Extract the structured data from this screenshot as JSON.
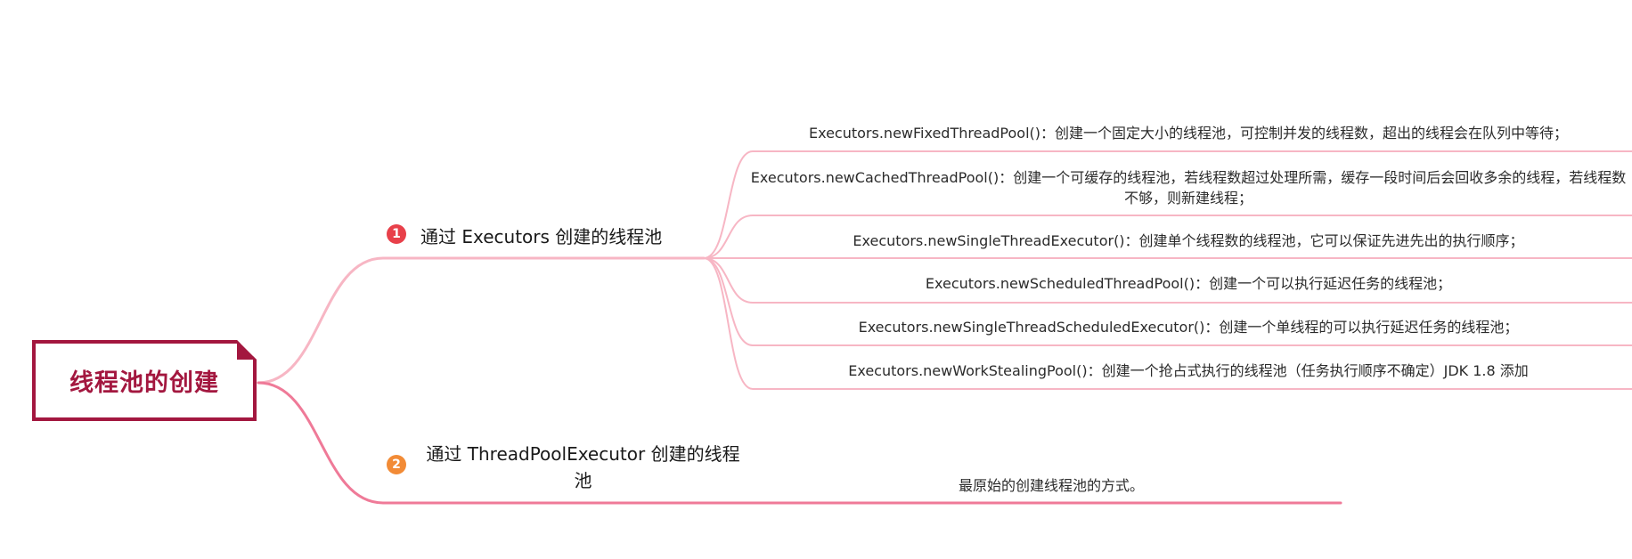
{
  "root": {
    "title": "线程池的创建"
  },
  "branches": [
    {
      "marker": "1",
      "label": "通过 Executors 创建的线程池",
      "color": "#e8404a",
      "children": [
        "Executors.newFixedThreadPool()：创建一个固定大小的线程池，可控制并发的线程数，超出的线程会在队列中等待；",
        "Executors.newCachedThreadPool()：创建一个可缓存的线程池，若线程数超过处理所需，缓存一段时间后会回收多余的线程，若线程数不够，则新建线程；",
        "Executors.newSingleThreadExecutor()：创建单个线程数的线程池，它可以保证先进先出的执行顺序；",
        "Executors.newScheduledThreadPool()：创建一个可以执行延迟任务的线程池；",
        "Executors.newSingleThreadScheduledExecutor()：创建一个单线程的可以执行延迟任务的线程池；",
        "Executors.newWorkStealingPool()：创建一个抢占式执行的线程池（任务执行顺序不确定）JDK 1.8 添加"
      ]
    },
    {
      "marker": "2",
      "label": "通过 ThreadPoolExecutor 创建的线程池",
      "color": "#f28b36",
      "children": [
        "最原始的创建线程池的方式。"
      ]
    }
  ],
  "colors": {
    "root_border": "#a3173f",
    "branch1_lines": "#f7b6c4",
    "branch2_lines": "#ef7a98"
  }
}
